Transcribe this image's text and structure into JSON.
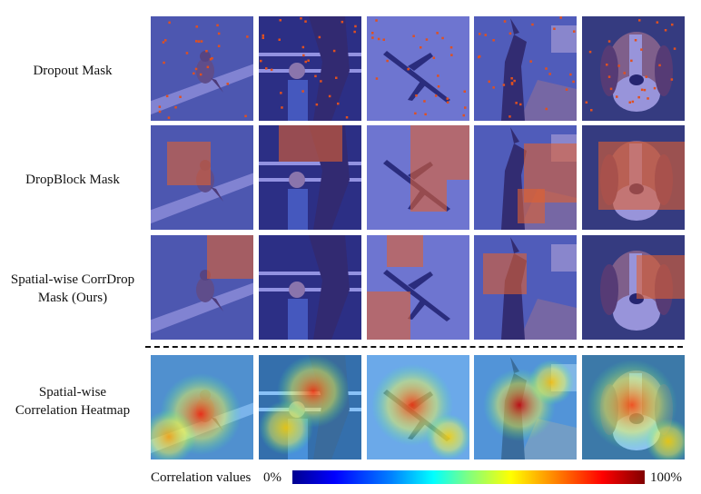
{
  "rows": [
    {
      "label": "Dropout Mask",
      "kind": "dropout"
    },
    {
      "label": "DropBlock Mask",
      "kind": "dropblock"
    },
    {
      "label": "Spatial-wise CorrDrop\nMask (Ours)",
      "kind": "corrdrop"
    },
    {
      "label": "Spatial-wise\nCorrelation Heatmap",
      "kind": "heatmap"
    }
  ],
  "columns": [
    {
      "subject": "bird on branch",
      "bg": "#5a6a86"
    },
    {
      "subject": "girl with horse",
      "bg": "#3b3f5a"
    },
    {
      "subject": "airplane in sky",
      "bg": "#9aa8c8"
    },
    {
      "subject": "dog on path",
      "bg": "#5c6f8f"
    },
    {
      "subject": "beagle face",
      "bg": "#3c4a5c"
    }
  ],
  "colorbar": {
    "label": "Correlation values",
    "min_label": "0%",
    "max_label": "100%"
  }
}
